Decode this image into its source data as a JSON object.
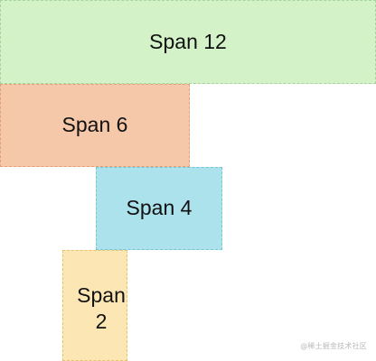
{
  "boxes": [
    {
      "label": "Span 12",
      "color": "#d4f2c8"
    },
    {
      "label": "Span 6",
      "color": "#f6c8aa"
    },
    {
      "label": "Span 4",
      "color": "#ace2ec"
    },
    {
      "label": "Span 2",
      "color": "#fce6b4"
    }
  ],
  "watermark": "@稀土掘金技术社区"
}
